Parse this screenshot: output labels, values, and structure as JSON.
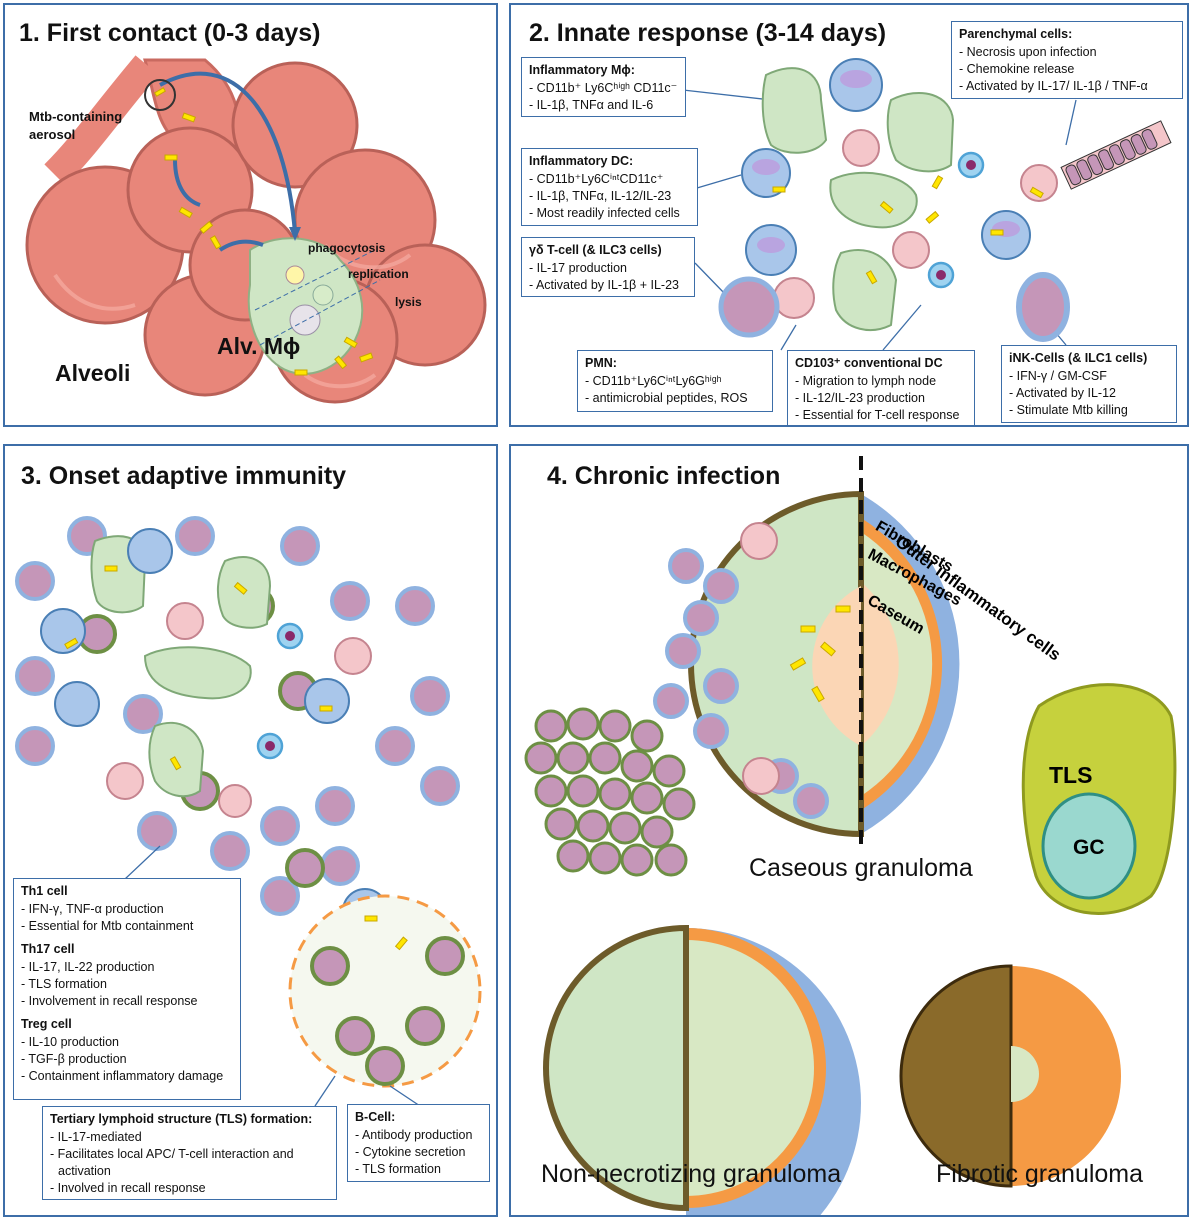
{
  "panel1": {
    "title": "1. First contact (0-3 days)",
    "aerosol_l1": "Mtb-containing",
    "aerosol_l2": "aerosol",
    "phagocytosis": "phagocytosis",
    "replication": "replication",
    "lysis": "lysis",
    "alv_mphi": "Alv. Mϕ",
    "alveoli": "Alveoli"
  },
  "panel2": {
    "title": "2. Innate response (3-14 days)",
    "boxes": {
      "mphi": {
        "header": "Inflammatory Mϕ:",
        "lines": [
          "- CD11b⁺ Ly6Cʰⁱᵍʰ CD11c⁻",
          "- IL-1β, TNFα and IL-6"
        ]
      },
      "dc": {
        "header": "Inflammatory DC:",
        "lines": [
          "- CD11b⁺Ly6CⁱⁿᵗCD11c⁺",
          "- IL-1β, TNFα, IL-12/IL-23",
          "- Most readily infected cells"
        ]
      },
      "gd": {
        "header": "γδ T-cell (& ILC3 cells)",
        "lines": [
          "- IL-17 production",
          "- Activated by IL-1β + IL-23"
        ]
      },
      "pmn": {
        "header": "PMN:",
        "lines": [
          "- CD11b⁺Ly6CⁱⁿᵗLy6Gʰⁱᵍʰ",
          "- antimicrobial peptides, ROS"
        ]
      },
      "cd103": {
        "header": "CD103⁺ conventional DC",
        "lines": [
          "- Migration to lymph node",
          "- IL-12/IL-23 production",
          "- Essential for T-cell response"
        ]
      },
      "ink": {
        "header": "iNK-Cells (& ILC1 cells)",
        "lines": [
          "- IFN-γ / GM-CSF",
          "- Activated by IL-12",
          "- Stimulate Mtb killing"
        ]
      },
      "parenchymal": {
        "header": "Parenchymal cells:",
        "lines": [
          "- Necrosis  upon infection",
          "- Chemokine release",
          "- Activated by IL-17/ IL-1β / TNF-α"
        ]
      }
    }
  },
  "panel3": {
    "title": "3. Onset adaptive immunity",
    "tcells": {
      "th1_header": "Th1 cell",
      "th1_lines": [
        "- IFN-γ, TNF-α production",
        "- Essential for Mtb containment"
      ],
      "th17_header": "Th17 cell",
      "th17_lines": [
        "- IL-17, IL-22 production",
        "- TLS formation",
        "- Involvement in recall response"
      ],
      "treg_header": "Treg cell",
      "treg_lines": [
        "- IL-10 production",
        "- TGF-β production",
        "- Containment inflammatory damage"
      ]
    },
    "tls": {
      "header": "Tertiary lymphoid structure (TLS) formation:",
      "lines": [
        "- IL-17-mediated",
        "- Facilitates local APC/ T-cell interaction and",
        "  activation",
        "- Involved in recall response"
      ]
    },
    "bcell": {
      "header": "B-Cell:",
      "lines": [
        "- Antibody production",
        "- Cytokine secretion",
        "- TLS formation"
      ]
    }
  },
  "panel4": {
    "title": "4. Chronic infection",
    "layer_outer": "Outer inflammatory cells",
    "layer_fibro": "Fibroblasts",
    "layer_macro": "Macrophages",
    "layer_caseum": "Caseum",
    "tls": "TLS",
    "gc": "GC",
    "caseous": "Caseous granuloma",
    "nonnecro": "Non-necrotizing granuloma",
    "fibrotic": "Fibrotic granuloma"
  },
  "colors": {
    "border": "#3d6ea8",
    "alveoli": "#e8867a",
    "macrophage": "#cfe6c5",
    "bacteria": "#ffe600",
    "tcell": "#c596b8",
    "outer_layer": "#8fb2e0",
    "fibroblast": "#f59a44",
    "caseum": "#fbd6b5",
    "tls": "#c6d13d",
    "gc": "#9ad8cf"
  }
}
